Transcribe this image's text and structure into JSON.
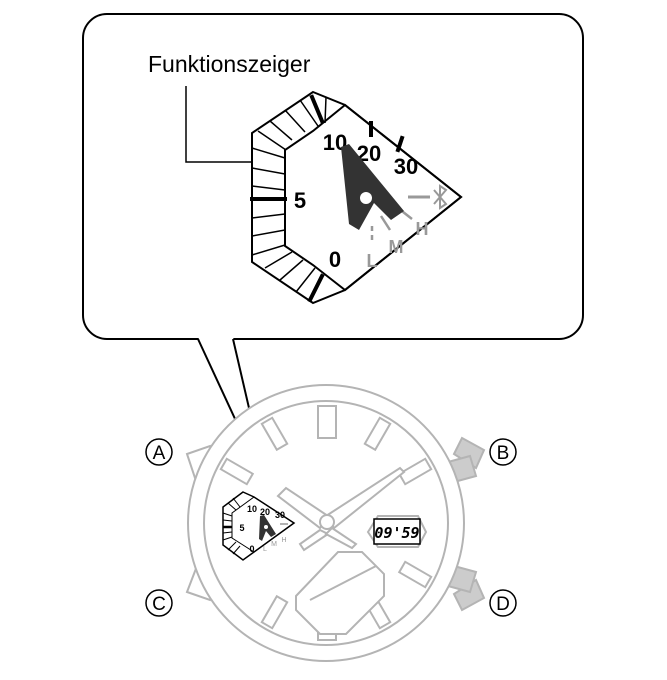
{
  "callout": {
    "label": "Funktionszeiger",
    "scale": {
      "zero": "0",
      "five": "5",
      "ten": "10",
      "twenty": "20",
      "thirty": "30"
    },
    "hand_letters": {
      "L": "L",
      "M": "M",
      "H": "H"
    }
  },
  "watch": {
    "digital_time": "09'59",
    "buttons": {
      "a": "A",
      "b": "B",
      "c": "C",
      "d": "D"
    }
  },
  "colors": {
    "outline": "#000000",
    "watch_gray": "#b4b4b4",
    "hand_dark": "#333333",
    "text_gray": "#999999"
  }
}
